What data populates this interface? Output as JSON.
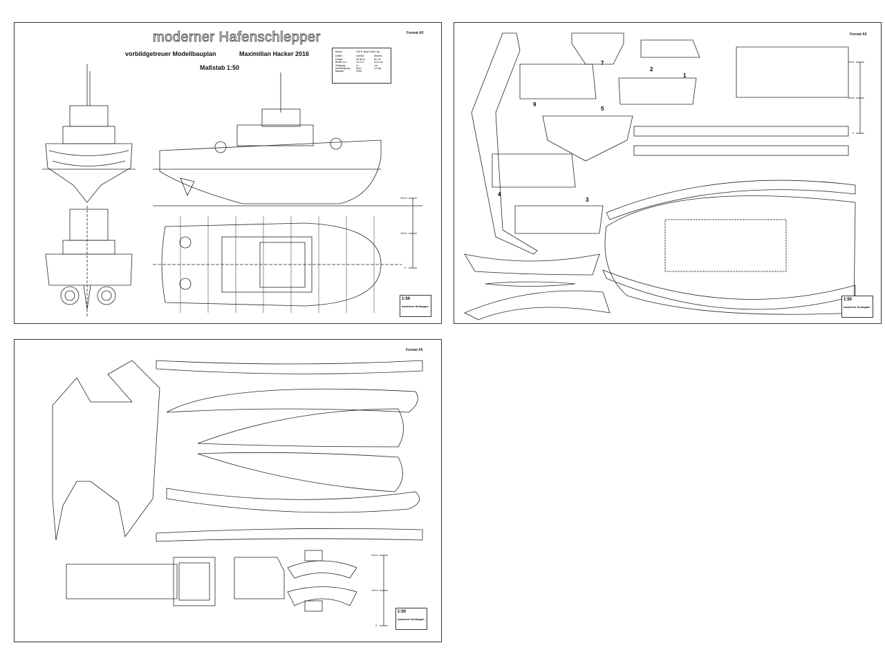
{
  "sheet1": {
    "format": "Format A5",
    "title": "moderner Hafenschlepper",
    "subtitle": "vorbildgetreuer Modellbauplan",
    "author": "Maximilian Hacker 2016",
    "scale": "Maßstab 1:50",
    "data_box": {
      "name_label": "Name:",
      "name_value": "100 ft. Bay Delta Tug",
      "header": [
        "Daten:",
        "Vorbild:",
        "Modell:"
      ],
      "rows": [
        [
          "Länge:",
          "30,48 m",
          "61 cm"
        ],
        [
          "Breite ü.a.:",
          "12,2 m",
          "24,4 cm"
        ],
        [
          "Tiefgang:",
          "m",
          "cm"
        ],
        [
          "Verdrängung:",
          "544 t",
          "4,3 kg"
        ],
        [
          "Baujahr:",
          "2006",
          ""
        ]
      ]
    },
    "scale_bar": [
      "20cm",
      "10cm",
      "0"
    ],
    "title_block": {
      "scale": "1:50",
      "name": "moderner Schlepper"
    }
  },
  "sheet2": {
    "format": "Format A5",
    "part_numbers": [
      "7",
      "2",
      "1",
      "9",
      "5",
      "4",
      "3"
    ],
    "scale_bar": [
      "20cm",
      "10cm",
      "0"
    ],
    "title_block": {
      "scale": "1:50",
      "name": "moderner Schlepper"
    }
  },
  "sheet3": {
    "format": "Format A5",
    "scale_bar": [
      "20cm",
      "10cm",
      "0"
    ],
    "title_block": {
      "scale": "1:50",
      "name": "moderner Schlepper"
    }
  }
}
